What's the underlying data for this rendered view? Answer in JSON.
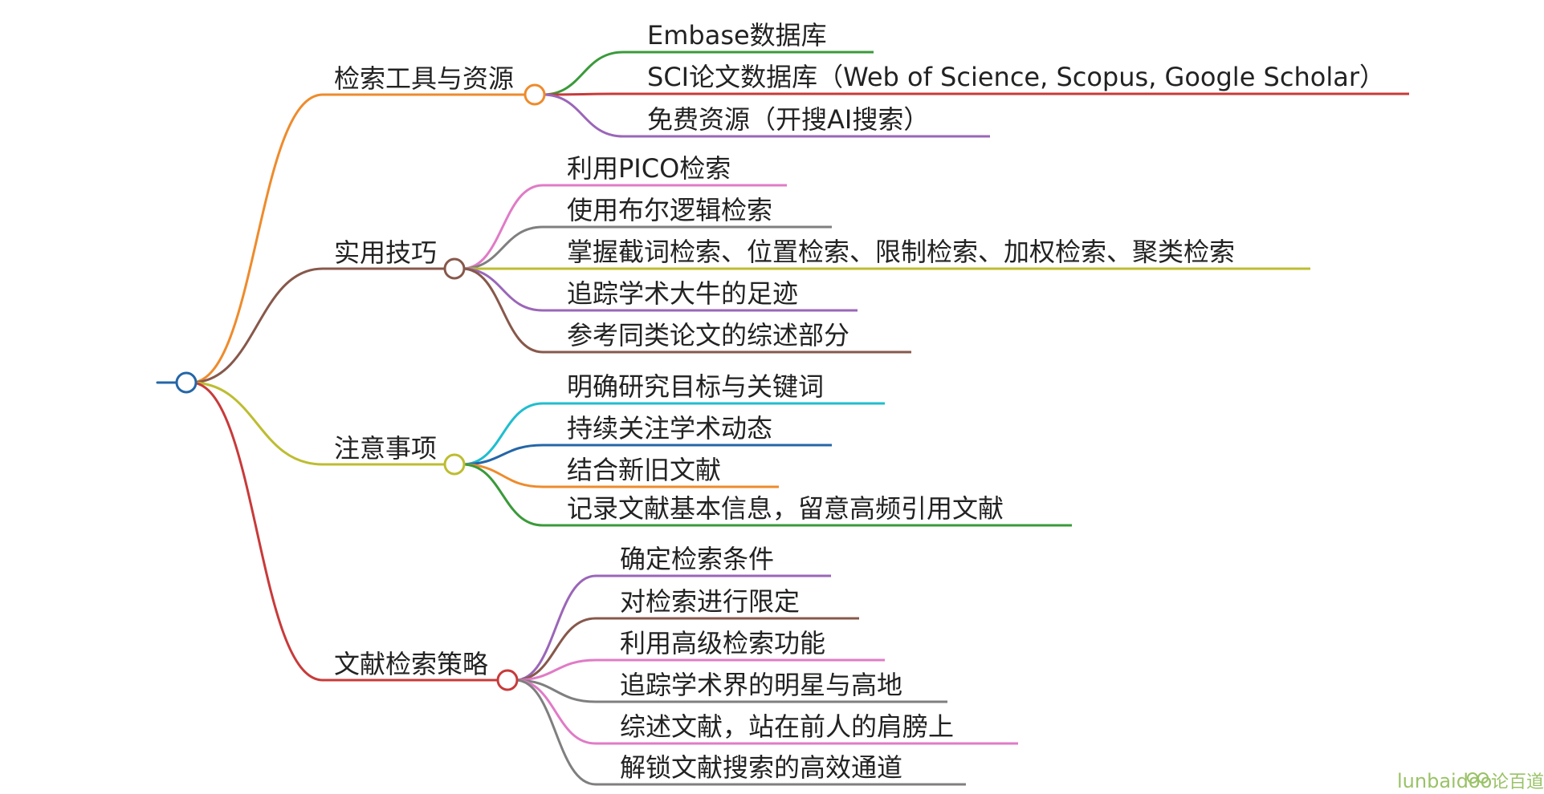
{
  "mindmap": {
    "root": {
      "label": "",
      "color": "#2466a8"
    },
    "branches": [
      {
        "label": "检索工具与资源",
        "color": "#ee8b2c",
        "children": [
          {
            "label": "Embase数据库",
            "color": "#3a9a3a"
          },
          {
            "label": "SCI论文数据库（Web of Science, Scopus, Google Scholar）",
            "color": "#c83a3a"
          },
          {
            "label": "免费资源（开搜AI搜索）",
            "color": "#9a66b8"
          }
        ]
      },
      {
        "label": "实用技巧",
        "color": "#87584b",
        "children": [
          {
            "label": "利用PICO检索",
            "color": "#e07bc6"
          },
          {
            "label": "使用布尔逻辑检索",
            "color": "#7f7f7f"
          },
          {
            "label": "掌握截词检索、位置检索、限制检索、加权检索、聚类检索",
            "color": "#bdbd31"
          },
          {
            "label": "追踪学术大牛的足迹",
            "color": "#9a66b8"
          },
          {
            "label": "参考同类论文的综述部分",
            "color": "#87584b"
          }
        ]
      },
      {
        "label": "注意事项",
        "color": "#bdbd31",
        "children": [
          {
            "label": "明确研究目标与关键词",
            "color": "#1fbecf"
          },
          {
            "label": "持续关注学术动态",
            "color": "#2466a8"
          },
          {
            "label": "结合新旧文献",
            "color": "#ee8b2c"
          },
          {
            "label": "记录文献基本信息，留意高频引用文献",
            "color": "#3a9a3a"
          }
        ]
      },
      {
        "label": "文献检索策略",
        "color": "#c83a3a",
        "children": [
          {
            "label": "确定检索条件",
            "color": "#9a66b8"
          },
          {
            "label": "对检索进行限定",
            "color": "#87584b"
          },
          {
            "label": "利用高级检索功能",
            "color": "#e07bc6"
          },
          {
            "label": "追踪学术界的明星与高地",
            "color": "#7f7f7f"
          },
          {
            "label": "综述文献，站在前人的肩膀上",
            "color": "#e07bc6"
          },
          {
            "label": "解锁文献搜索的高效通道",
            "color": "#7f7f7f"
          }
        ]
      }
    ]
  },
  "watermark": {
    "brand": "lunbaidoo",
    "text": "论百道",
    "color": "#9ac267"
  }
}
